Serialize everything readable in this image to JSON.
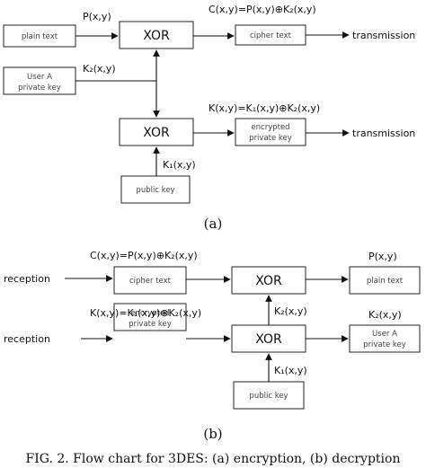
{
  "part_a": {
    "plain_text_box": "plain text",
    "user_a_key_line1": "User A",
    "user_a_key_line2": "private key",
    "xor_top": "XOR",
    "xor_bottom": "XOR",
    "cipher_text_box": "cipher text",
    "encrypted_line1": "encrypted",
    "encrypted_line2": "private key",
    "public_key_box": "public key",
    "label_p": "P(x,y)",
    "label_k2": "K₂(x,y)",
    "label_k1": "K₁(x,y)",
    "label_c_eq": "C(x,y)=P(x,y)⊕K₂(x,y)",
    "label_k_eq": "K(x,y)=K₁(x,y)⊕K₂(x,y)",
    "transmission_1": "transmission",
    "transmission_2": "transmission",
    "caption": "(a)"
  },
  "part_b": {
    "reception_1": "reception",
    "reception_2": "reception",
    "cipher_text_box": "cipher text",
    "encrypted_line1": "encrypted",
    "encrypted_line2": "private key",
    "xor_top": "XOR",
    "xor_bottom": "XOR",
    "public_key_box": "public key",
    "plain_text_box": "plain text",
    "user_a_key_line1": "User A",
    "user_a_key_line2": "private key",
    "label_c_eq": "C(x,y)=P(x,y)⊕K₂(x,y)",
    "label_k_eq": "K(x,y)=K₁(x,y)⊕K₂(x,y)",
    "label_p_out": "P(x,y)",
    "label_k2_out": "K₂(x,y)",
    "label_k2_mid": "K₂(x,y)",
    "label_k1": "K₁(x,y)",
    "caption": "(b)"
  },
  "figure_caption": "FIG. 2. Flow chart for 3DES: (a) encryption, (b) decryption"
}
